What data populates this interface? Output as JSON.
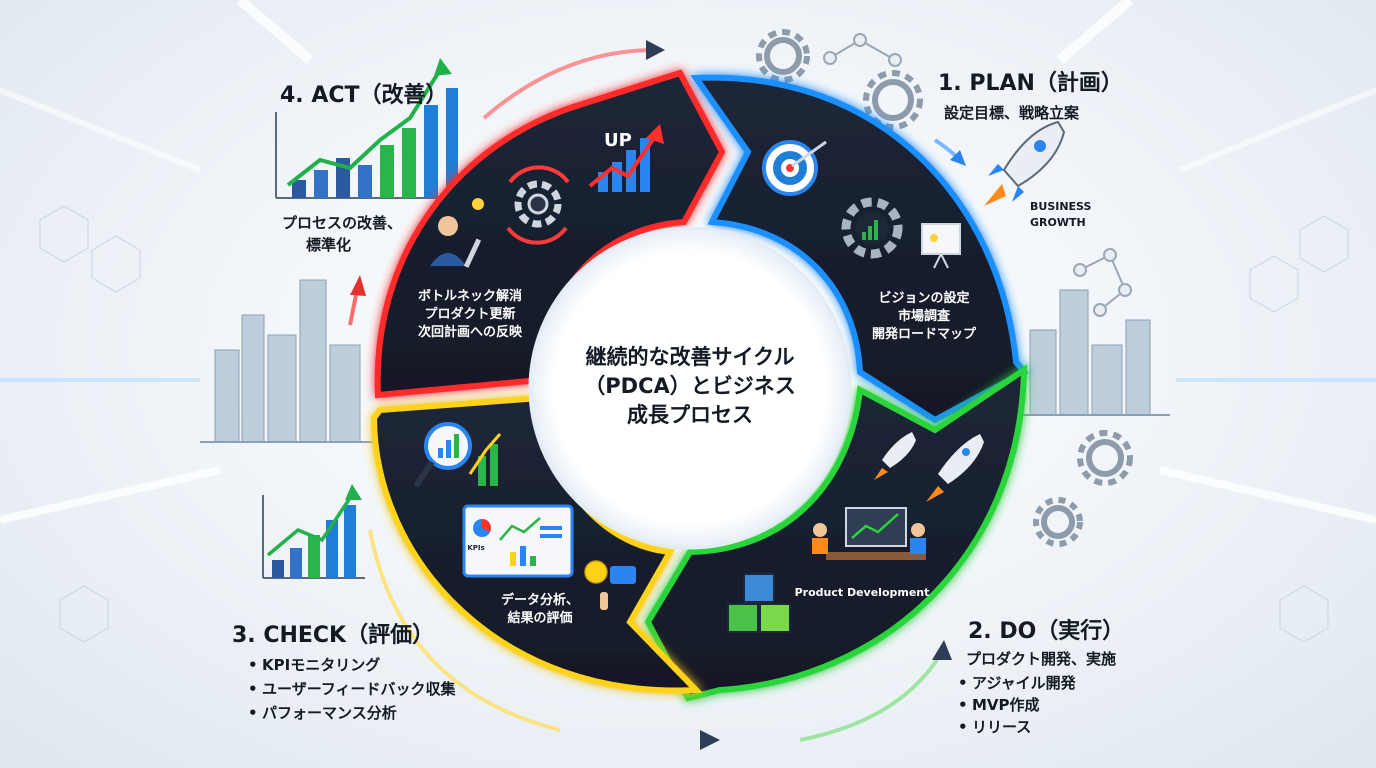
{
  "center": {
    "title_lines": [
      "継続的な改善サイクル",
      "（PDCA）とビジネス",
      "成長プロセス"
    ]
  },
  "plan": {
    "heading": "1. PLAN（計画）",
    "subtitle": "設定目標、戦略立案",
    "segment_lines": [
      "ビジョンの設定",
      "市場調査",
      "開発ロードマップ"
    ],
    "badge_lines": [
      "BUSINESS",
      "GROWTH"
    ]
  },
  "do": {
    "heading": "2. DO（実行）",
    "subtitle": "プロダクト開発、実施",
    "bullets": [
      "アジャイル開発",
      "MVP作成",
      "リリース"
    ],
    "segment_label": "Product Development"
  },
  "check": {
    "heading": "3. CHECK（評価）",
    "bullets": [
      "KPIモニタリング",
      "ユーザーフィードバック収集",
      "パフォーマンス分析"
    ],
    "segment_lines": [
      "データ分析、",
      "結果の評価"
    ],
    "kpi_label": "KPIs"
  },
  "act": {
    "heading": "4. ACT（改善）",
    "subtitle_lines": [
      "プロセスの改善、",
      "標準化"
    ],
    "segment_lines": [
      "ボトルネック解消",
      "プロダクト更新",
      "次回計画への反映"
    ],
    "badge": "UP"
  },
  "colors": {
    "plan": "#1e8fff",
    "do": "#2ad43a",
    "check": "#ffd21a",
    "act": "#ff2a2a",
    "segment_fill": "#182030",
    "text": "#141a24"
  }
}
